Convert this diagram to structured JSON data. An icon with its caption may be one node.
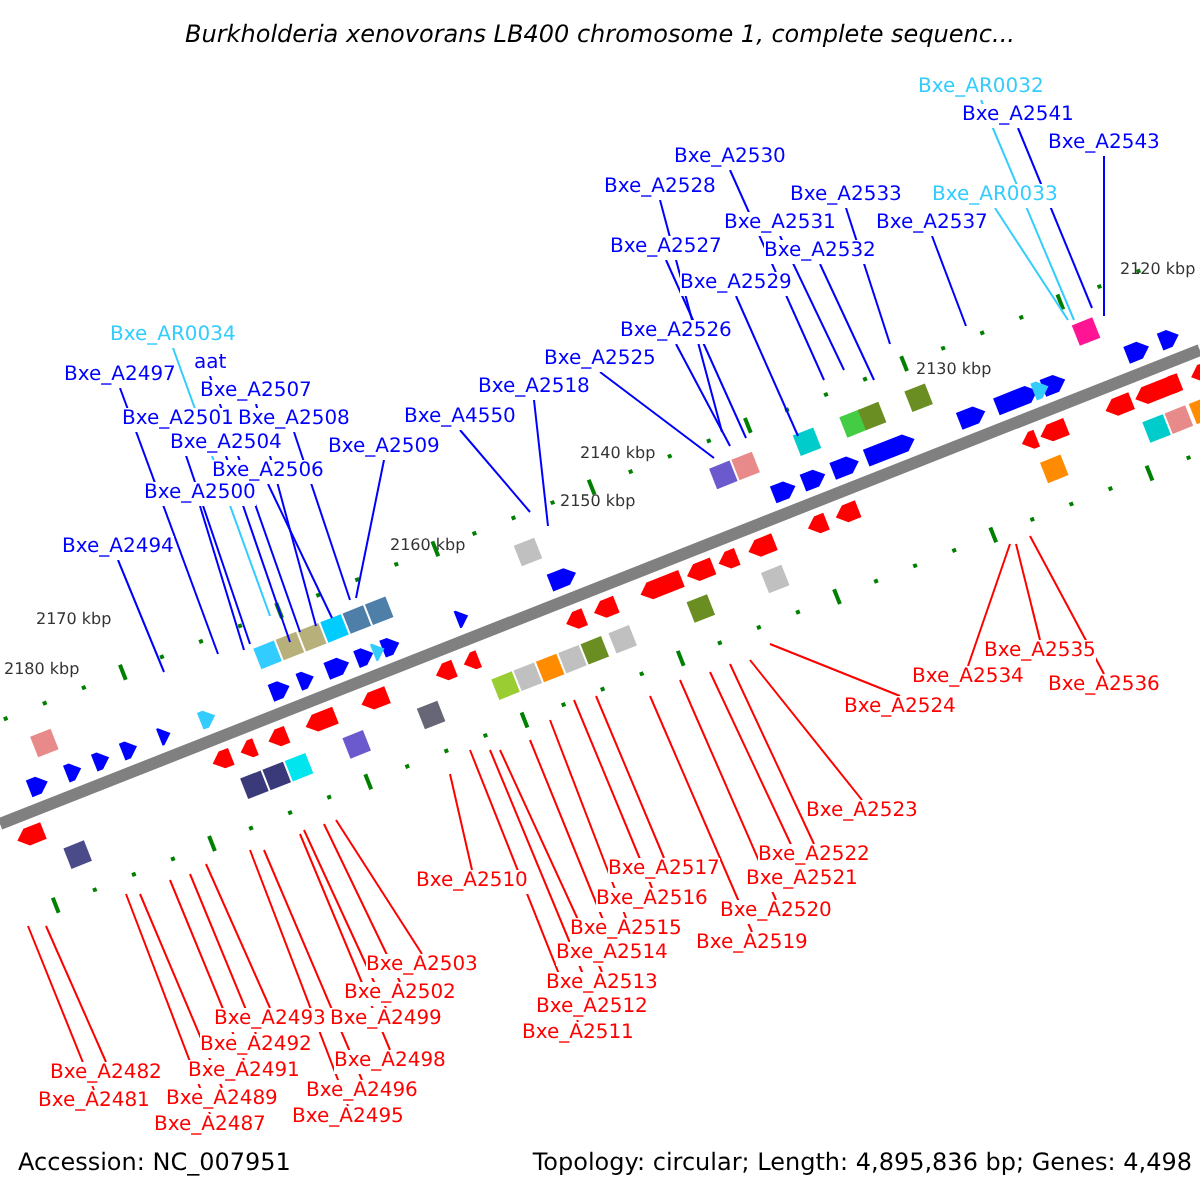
{
  "diagram": {
    "title": "Burkholderia xenovorans LB400 chromosome 1, complete sequenc...",
    "nodes": [
      {
        "text": [
          "Bxe_AR0032"
        ]
      },
      {
        "text": [
          "Bxe_A2541"
        ]
      },
      {
        "text": [
          "Bxe_A2543"
        ]
      },
      {
        "text": [
          "Bxe_A2530"
        ]
      },
      {
        "text": [
          "Bxe_A2528"
        ]
      },
      {
        "text": [
          "Bxe_A2533"
        ]
      },
      {
        "text": [
          "Bxe_AR0033"
        ]
      },
      {
        "text": [
          "Bxe_A2531"
        ]
      },
      {
        "text": [
          "Bxe_A2537"
        ]
      },
      {
        "text": [
          "Bxe_A2527"
        ]
      },
      {
        "text": [
          "Bxe_A2532"
        ]
      },
      {
        "text": [
          "Bxe_A2529"
        ]
      },
      {
        "text": [
          "Bxe_A2526"
        ]
      },
      {
        "text": [
          "Bxe_A2525"
        ]
      },
      {
        "text": [
          "Bxe_A2518"
        ]
      },
      {
        "text": [
          "Bxe_A4550"
        ]
      },
      {
        "text": [
          "Bxe_AR0034"
        ]
      },
      {
        "text": [
          "aat"
        ]
      },
      {
        "text": [
          "Bxe_A2497"
        ]
      },
      {
        "text": [
          "Bxe_A2507"
        ]
      },
      {
        "text": [
          "Bxe_A2501"
        ]
      },
      {
        "text": [
          "Bxe_A2508"
        ]
      },
      {
        "text": [
          "Bxe_A2504"
        ]
      },
      {
        "text": [
          "Bxe_A2509"
        ]
      },
      {
        "text": [
          "Bxe_A2506"
        ]
      },
      {
        "text": [
          "Bxe_A2500"
        ]
      },
      {
        "text": [
          "Bxe_A2494"
        ]
      },
      {
        "text": [
          "Bxe_A2535"
        ]
      },
      {
        "text": [
          "Bxe_A2534"
        ]
      },
      {
        "text": [
          "Bxe_A2536"
        ]
      },
      {
        "text": [
          "Bxe_A2524"
        ]
      },
      {
        "text": [
          "Bxe_A2523"
        ]
      },
      {
        "text": [
          "Bxe_A2522"
        ]
      },
      {
        "text": [
          "Bxe_A2517"
        ]
      },
      {
        "text": [
          "Bxe_A2521"
        ]
      },
      {
        "text": [
          "Bxe_A2510"
        ]
      },
      {
        "text": [
          "Bxe_A2516"
        ]
      },
      {
        "text": [
          "Bxe_A2520"
        ]
      },
      {
        "text": [
          "Bxe_A2515"
        ]
      },
      {
        "text": [
          "Bxe_A2519"
        ]
      },
      {
        "text": [
          "Bxe_A2514"
        ]
      },
      {
        "text": [
          "Bxe_A2503"
        ]
      },
      {
        "text": [
          "Bxe_A2513"
        ]
      },
      {
        "text": [
          "Bxe_A2502"
        ]
      },
      {
        "text": [
          "Bxe_A2512"
        ]
      },
      {
        "text": [
          "Bxe_A2493"
        ]
      },
      {
        "text": [
          "Bxe_A2499"
        ]
      },
      {
        "text": [
          "Bxe_A2511"
        ]
      },
      {
        "text": [
          "Bxe_A2492"
        ]
      },
      {
        "text": [
          "Bxe_A2498"
        ]
      },
      {
        "text": [
          "Bxe_A2491"
        ]
      },
      {
        "text": [
          "Bxe_A2482"
        ]
      },
      {
        "text": [
          "Bxe_A2496"
        ]
      },
      {
        "text": [
          "Bxe_A2489"
        ]
      },
      {
        "text": [
          "Bxe_A2481"
        ]
      },
      {
        "text": [
          "Bxe_A2495"
        ]
      },
      {
        "text": [
          "Bxe_A2487"
        ]
      }
    ],
    "edges": [
      {
        "from": 0,
        "to": null,
        "arrow": "none",
        "color": "#33ccff"
      },
      {
        "from": 1,
        "to": null,
        "arrow": "none",
        "color": "#0000ff"
      },
      {
        "from": 2,
        "to": null,
        "arrow": "none",
        "color": "#0000ff"
      },
      {
        "from": 3,
        "to": null,
        "arrow": "none",
        "color": "#0000ff"
      },
      {
        "from": 4,
        "to": null,
        "arrow": "none",
        "color": "#0000ff"
      },
      {
        "from": 5,
        "to": null,
        "arrow": "none",
        "color": "#0000ff"
      },
      {
        "from": 6,
        "to": null,
        "arrow": "none",
        "color": "#33ccff"
      },
      {
        "from": 7,
        "to": null,
        "arrow": "none",
        "color": "#0000ff"
      },
      {
        "from": 8,
        "to": null,
        "arrow": "none",
        "color": "#0000ff"
      },
      {
        "from": 9,
        "to": null,
        "arrow": "none",
        "color": "#0000ff"
      },
      {
        "from": 10,
        "to": null,
        "arrow": "none",
        "color": "#0000ff"
      },
      {
        "from": 11,
        "to": null,
        "arrow": "none",
        "color": "#0000ff"
      },
      {
        "from": 12,
        "to": null,
        "arrow": "none",
        "color": "#0000ff"
      },
      {
        "from": 13,
        "to": null,
        "arrow": "none",
        "color": "#0000ff"
      },
      {
        "from": 14,
        "to": null,
        "arrow": "none",
        "color": "#0000ff"
      },
      {
        "from": 15,
        "to": null,
        "arrow": "none",
        "color": "#0000ff"
      },
      {
        "from": 16,
        "to": null,
        "arrow": "none",
        "color": "#33ccff"
      },
      {
        "from": 17,
        "to": null,
        "arrow": "none",
        "color": "#0000ff"
      },
      {
        "from": 18,
        "to": null,
        "arrow": "none",
        "color": "#0000ff"
      },
      {
        "from": 19,
        "to": null,
        "arrow": "none",
        "color": "#0000ff"
      },
      {
        "from": 20,
        "to": null,
        "arrow": "none",
        "color": "#0000ff"
      },
      {
        "from": 21,
        "to": null,
        "arrow": "none",
        "color": "#0000ff"
      },
      {
        "from": 22,
        "to": null,
        "arrow": "none",
        "color": "#0000ff"
      },
      {
        "from": 23,
        "to": null,
        "arrow": "none",
        "color": "#0000ff"
      },
      {
        "from": 24,
        "to": null,
        "arrow": "none",
        "color": "#0000ff"
      },
      {
        "from": 25,
        "to": null,
        "arrow": "none",
        "color": "#0000ff"
      },
      {
        "from": 26,
        "to": null,
        "arrow": "none",
        "color": "#0000ff"
      },
      {
        "from": 27,
        "to": null,
        "arrow": "none"
      },
      {
        "from": 28,
        "to": null,
        "arrow": "none"
      },
      {
        "from": 29,
        "to": null,
        "arrow": "none"
      },
      {
        "from": 30,
        "to": null,
        "arrow": "none"
      },
      {
        "from": 31,
        "to": null,
        "arrow": "none"
      },
      {
        "from": 32,
        "to": null,
        "arrow": "none"
      },
      {
        "from": 33,
        "to": null,
        "arrow": "none"
      },
      {
        "from": 34,
        "to": null,
        "arrow": "none"
      },
      {
        "from": 35,
        "to": null,
        "arrow": "none"
      },
      {
        "from": 36,
        "to": null,
        "arrow": "none"
      },
      {
        "from": 37,
        "to": null,
        "arrow": "none"
      },
      {
        "from": 38,
        "to": null,
        "arrow": "none"
      },
      {
        "from": 39,
        "to": null,
        "arrow": "none"
      },
      {
        "from": 40,
        "to": null,
        "arrow": "none"
      },
      {
        "from": 41,
        "to": null,
        "arrow": "none"
      },
      {
        "from": 42,
        "to": null,
        "arrow": "none"
      },
      {
        "from": 43,
        "to": null,
        "arrow": "none"
      },
      {
        "from": 44,
        "to": null,
        "arrow": "none"
      },
      {
        "from": 45,
        "to": null,
        "arrow": "none"
      },
      {
        "from": 46,
        "to": null,
        "arrow": "none"
      },
      {
        "from": 47,
        "to": null,
        "arrow": "none"
      },
      {
        "from": 48,
        "to": null,
        "arrow": "none"
      },
      {
        "from": 49,
        "to": null,
        "arrow": "none"
      },
      {
        "from": 50,
        "to": null,
        "arrow": "none"
      },
      {
        "from": 51,
        "to": null,
        "arrow": "none"
      },
      {
        "from": 52,
        "to": null,
        "arrow": "none"
      },
      {
        "from": 53,
        "to": null,
        "arrow": "none"
      },
      {
        "from": 54,
        "to": null,
        "arrow": "none"
      },
      {
        "from": 55,
        "to": null,
        "arrow": "none"
      },
      {
        "from": 56,
        "to": null,
        "arrow": "none"
      }
    ],
    "labels": [
      "2120 kbp",
      "2130 kbp",
      "2140 kbp",
      "2150 kbp",
      "2160 kbp",
      "2170 kbp",
      "2180 kbp",
      "Accession: NC_007951",
      "Topology: circular; Length: 4,895,836 bp; Genes: 4,498"
    ]
  }
}
